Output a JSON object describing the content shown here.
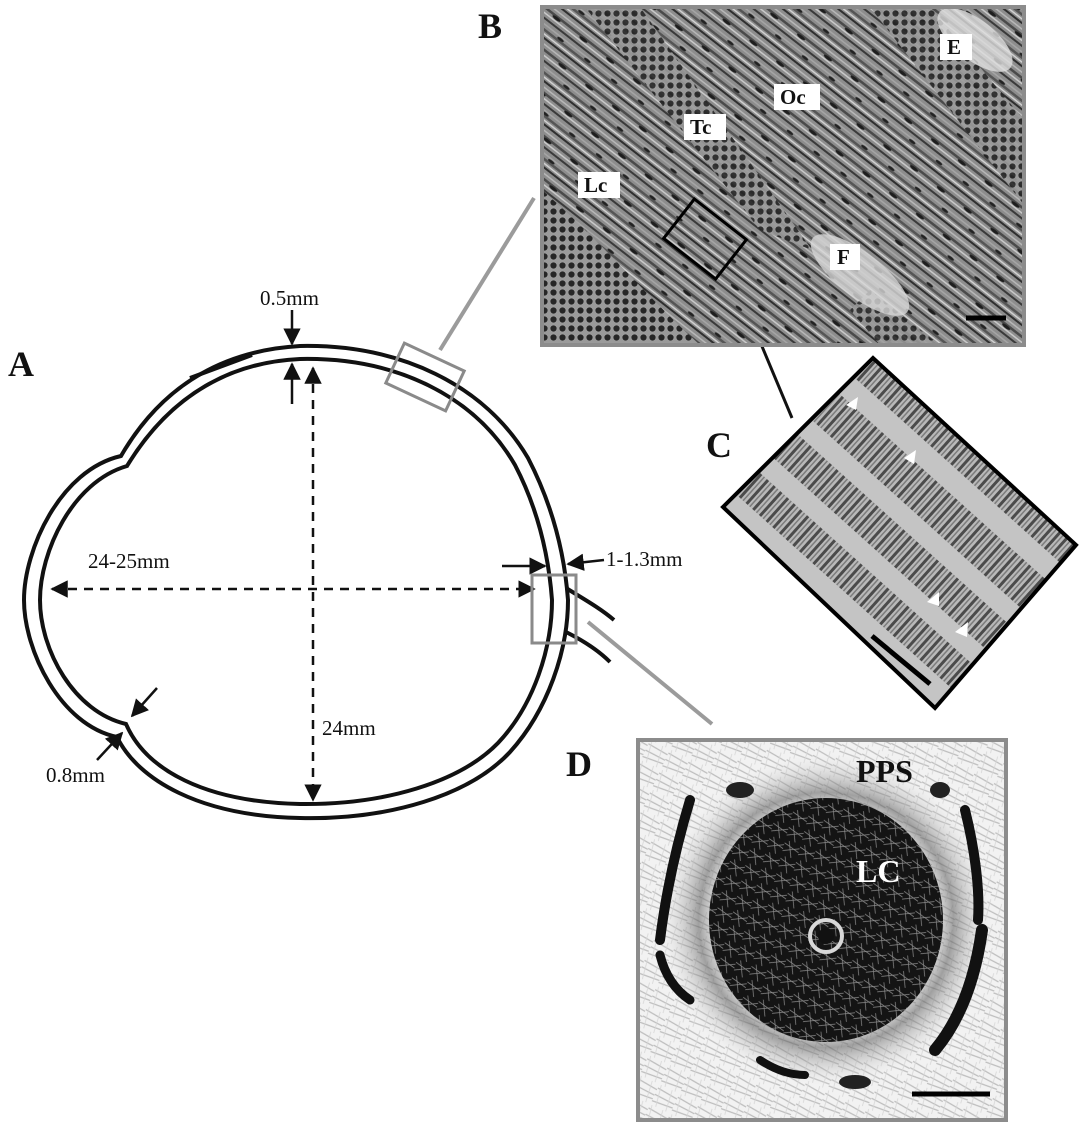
{
  "panels": {
    "a": {
      "letter": "A",
      "measurements": {
        "top_thickness": "0.5mm",
        "horizontal_diameter": "24-25mm",
        "posterior_thickness": "1-1.3mm",
        "vertical_diameter": "24mm",
        "anterior_thickness": "0.8mm"
      }
    },
    "b": {
      "letter": "B",
      "labels": {
        "e": "E",
        "oc": "Oc",
        "tc": "Tc",
        "lc": "Lc",
        "f": "F"
      }
    },
    "c": {
      "letter": "C"
    },
    "d": {
      "letter": "D",
      "labels": {
        "pps": "PPS",
        "lc": "LC"
      }
    }
  },
  "colors": {
    "outline": "#111111",
    "inset_box": "#8a8a8a",
    "panel_border": "#8c8c8c"
  }
}
